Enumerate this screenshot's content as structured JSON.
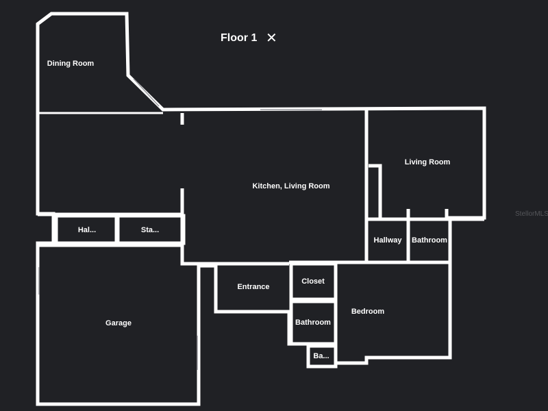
{
  "header": {
    "title": "Floor 1",
    "close_icon": "close-icon"
  },
  "watermark": "StellorMLS",
  "rooms": [
    {
      "id": "dining-room",
      "label": "Dining Room"
    },
    {
      "id": "kitchen-living-room",
      "label": "Kitchen, Living Room"
    },
    {
      "id": "living-room",
      "label": "Living Room"
    },
    {
      "id": "hall",
      "label": "Hal..."
    },
    {
      "id": "stairs",
      "label": "Sta..."
    },
    {
      "id": "hallway",
      "label": "Hallway"
    },
    {
      "id": "bathroom-1",
      "label": "Bathroom"
    },
    {
      "id": "entrance",
      "label": "Entrance"
    },
    {
      "id": "closet",
      "label": "Closet"
    },
    {
      "id": "bathroom-2",
      "label": "Bathroom"
    },
    {
      "id": "bedroom",
      "label": "Bedroom"
    },
    {
      "id": "garage",
      "label": "Garage"
    },
    {
      "id": "bath-small",
      "label": "Ba..."
    }
  ],
  "colors": {
    "background": "#202125",
    "walls": "#ffffff"
  }
}
